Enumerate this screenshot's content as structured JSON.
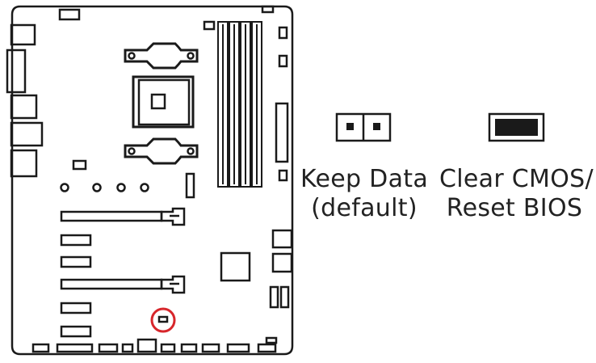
{
  "jumper_options": [
    {
      "line1": "Keep Data",
      "line2": "(default)",
      "pins": "open"
    },
    {
      "line1": "Clear CMOS/",
      "line2": "Reset BIOS",
      "pins": "shorted"
    }
  ],
  "colors": {
    "outline": "#1a1a1a",
    "highlight": "#d7262b",
    "background": "#ffffff"
  },
  "icons": [
    "motherboard-outline",
    "cpu-socket",
    "dimm-slots",
    "pcie-slots",
    "jumper-pins",
    "highlight-circle"
  ]
}
